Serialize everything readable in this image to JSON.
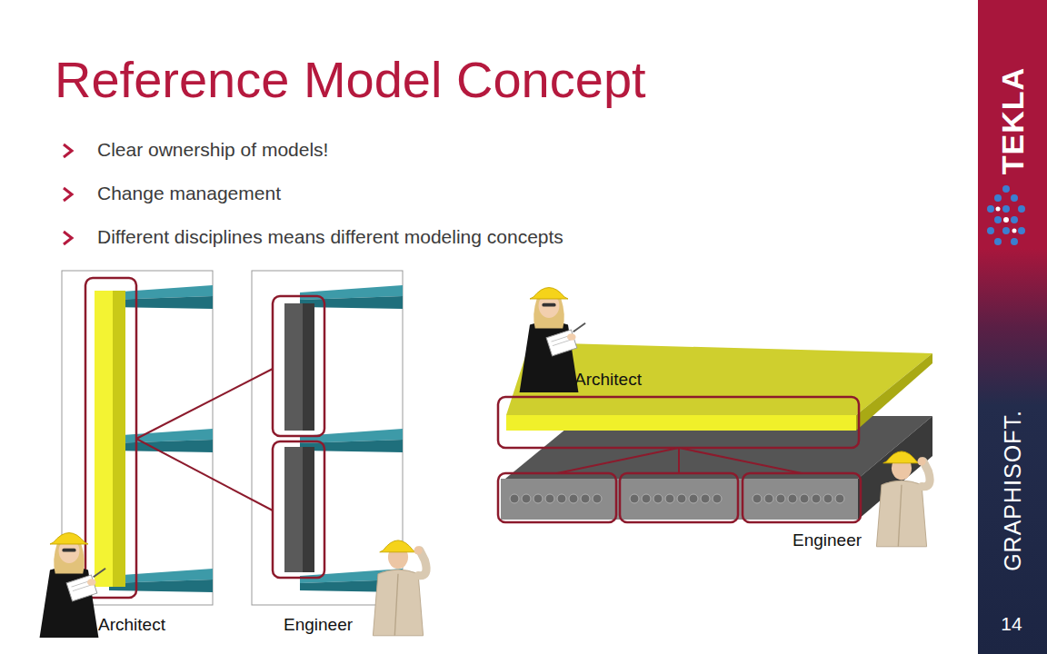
{
  "diagram": {
    "title": "Reference Model Concept",
    "labels": [
      "Clear ownership of models!",
      "Change management",
      "Different disciplines means different modeling concepts",
      "Architect",
      "Engineer",
      "Architect",
      "Engineer",
      "TEKLA",
      "GRAPHISOFT.",
      "14"
    ]
  }
}
